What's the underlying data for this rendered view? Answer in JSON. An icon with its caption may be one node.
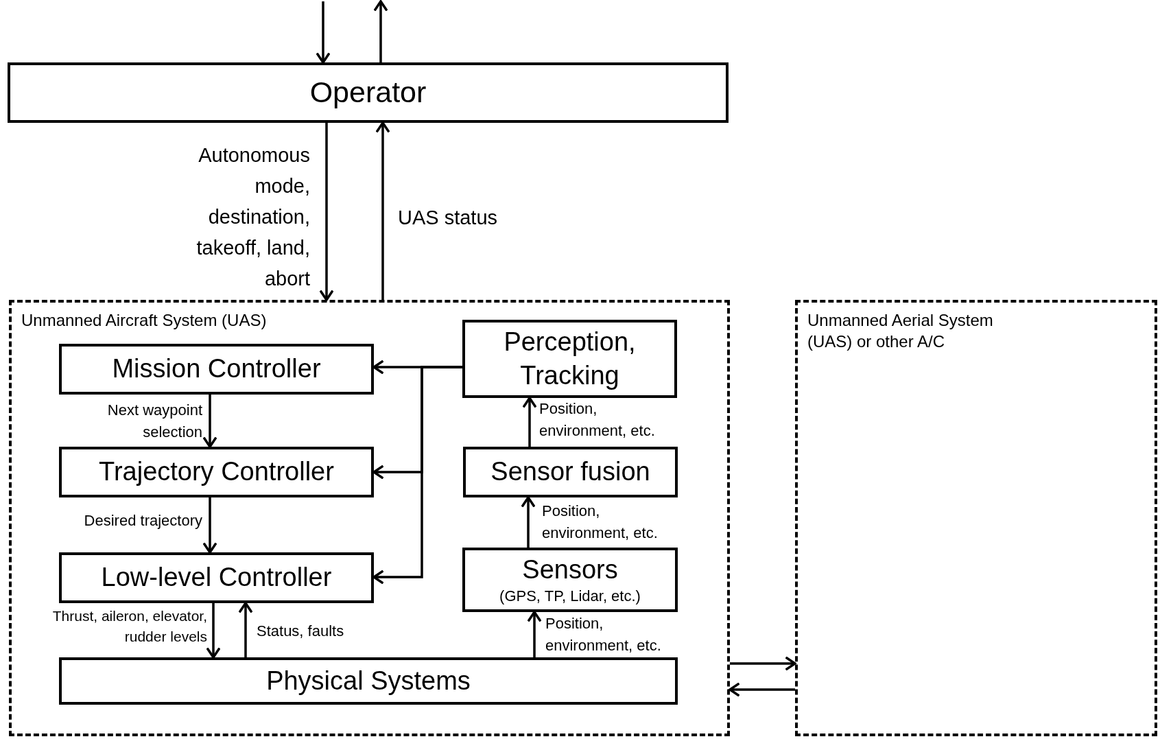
{
  "diagram": {
    "nodes": [
      {
        "text": [
          "Operator"
        ]
      },
      {
        "text": [
          "Unmanned Aircraft System (UAS)"
        ]
      },
      {
        "text": [
          "Mission Controller"
        ],
        "in": 1
      },
      {
        "text": [
          "Perception, Tracking"
        ],
        "in": 1
      },
      {
        "text": [
          "Trajectory Controller"
        ],
        "in": 1
      },
      {
        "text": [
          "Sensor fusion"
        ],
        "in": 1
      },
      {
        "text": [
          "Low-level Controller"
        ],
        "in": 1
      },
      {
        "text": [
          "Sensors",
          "(GPS, TP, Lidar, etc.)"
        ],
        "in": 1
      },
      {
        "text": [
          "Physical Systems"
        ],
        "in": 1
      },
      {
        "text": [
          "Unmanned Aerial System (UAS) or other A/C"
        ]
      }
    ],
    "edges": [
      {
        "from": null,
        "to": 0,
        "arrow": "to"
      },
      {
        "from": 0,
        "to": null,
        "arrow": "to"
      },
      {
        "from": 0,
        "to": 1,
        "arrow": "to",
        "label": "Autonomous mode, destination, takeoff, land, abort"
      },
      {
        "from": 1,
        "to": 0,
        "arrow": "to",
        "label": "UAS status"
      },
      {
        "from": 3,
        "to": 2,
        "arrow": "to"
      },
      {
        "from": 3,
        "to": 4,
        "arrow": "to"
      },
      {
        "from": 3,
        "to": 6,
        "arrow": "to"
      },
      {
        "from": 2,
        "to": 4,
        "arrow": "to",
        "label": "Next waypoint selection"
      },
      {
        "from": 4,
        "to": 6,
        "arrow": "to",
        "label": "Desired trajectory"
      },
      {
        "from": 6,
        "to": 8,
        "arrow": "to",
        "label": "Thrust, aileron, elevator, rudder levels"
      },
      {
        "from": 8,
        "to": 6,
        "arrow": "to",
        "label": "Status, faults"
      },
      {
        "from": 8,
        "to": 7,
        "arrow": "to",
        "label": "Position, environment, etc."
      },
      {
        "from": 7,
        "to": 5,
        "arrow": "to",
        "label": "Position, environment, etc."
      },
      {
        "from": 5,
        "to": 3,
        "arrow": "to",
        "label": "Position, environment, etc."
      },
      {
        "from": 1,
        "to": 9,
        "arrow": "to"
      },
      {
        "from": 9,
        "to": 1,
        "arrow": "to"
      }
    ]
  }
}
